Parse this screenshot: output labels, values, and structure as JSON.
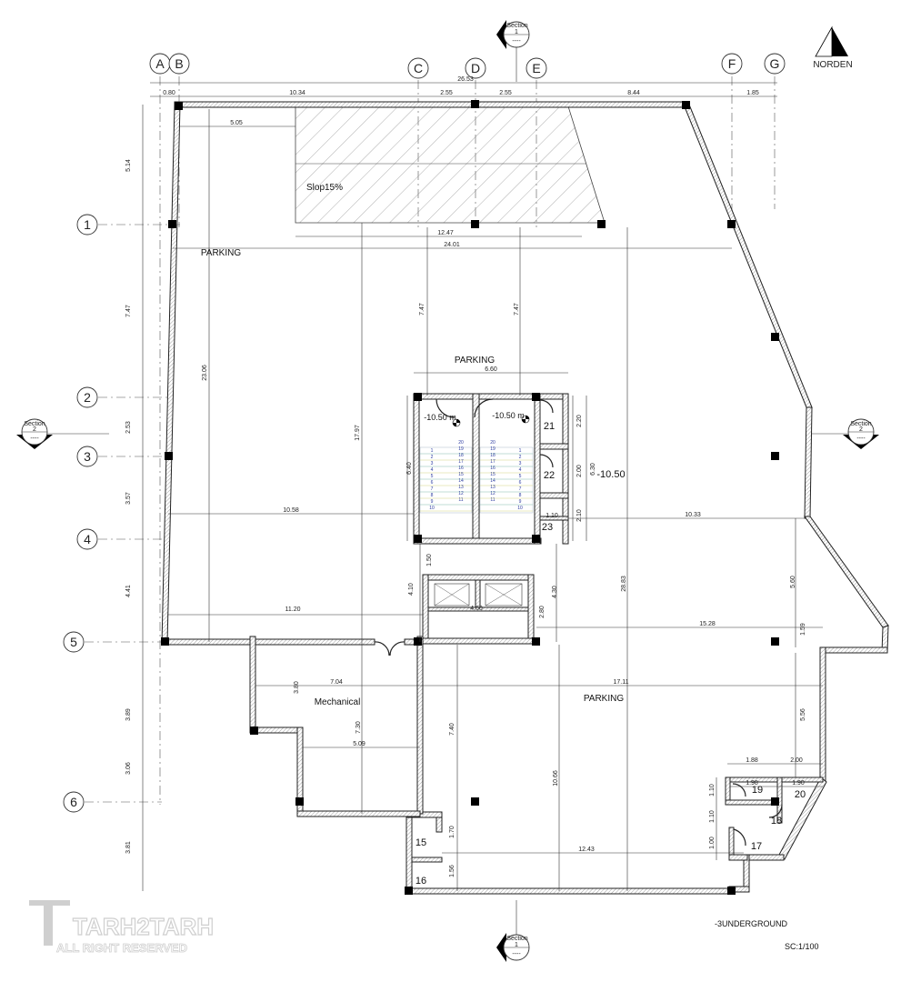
{
  "grid_columns": [
    "A",
    "B",
    "C",
    "D",
    "E",
    "F",
    "G"
  ],
  "grid_rows": [
    "1",
    "2",
    "3",
    "4",
    "5",
    "6"
  ],
  "north_label": "NORDEN",
  "sections": {
    "top": {
      "label": "Section",
      "number": "1",
      "sub": "----"
    },
    "bottom": {
      "label": "Section",
      "number": "1",
      "sub": "----"
    },
    "left": {
      "label": "Section",
      "number": "2",
      "sub": "----"
    },
    "right": {
      "label": "Section",
      "number": "2",
      "sub": "----"
    }
  },
  "dims": {
    "total_top": "26.53",
    "top_a_b": "0.80",
    "top_b_c": "10.34",
    "top_c_d": "2.55",
    "top_d_e": "2.55",
    "top_e_f": "8.44",
    "top_f_g": "1.85",
    "d505": "5.05",
    "d1247": "12.47",
    "d2401": "24.01",
    "l514": "5.14",
    "l747": "7.47",
    "l253": "2.53",
    "l357": "3.57",
    "l441": "4.41",
    "l389": "3.89",
    "l306": "3.06",
    "l381": "3.81",
    "d2306": "23.06",
    "d1797": "17.97",
    "d747a": "7.47",
    "d747b": "7.47",
    "d2883": "28.83",
    "d660": "6.60",
    "d640": "6.40",
    "d220": "2.20",
    "d200": "2.00",
    "d210": "2.10",
    "d630": "6.30",
    "level": "-10.50",
    "d110": "1.10",
    "d1058": "10.58",
    "d1033": "10.33",
    "d150": "1.50",
    "d410": "4.10",
    "d430": "4.30",
    "d280": "2.80",
    "d460": "4.60",
    "d1120": "11.20",
    "d1528": "15.28",
    "d560": "5.60",
    "d159": "1.59",
    "d704": "7.04",
    "d1711": "17.11",
    "d380": "3.80",
    "d730": "7.30",
    "d509": "5.09",
    "d740": "7.40",
    "d1066": "10.66",
    "d556": "5.56",
    "d170": "1.70",
    "d1243": "12.43",
    "d156": "1.56",
    "d188": "1.88",
    "d200b": "2.00",
    "d198": "1.98",
    "d190": "1.90",
    "d110a": "1.10",
    "d110b": "1.10",
    "d100": "1.00"
  },
  "rooms": {
    "parking_1": "PARKING",
    "parking_2": "PARKING",
    "parking_3": "PARKING",
    "slope": "Slop15%",
    "mechanical": "Mechanical",
    "r15": "15",
    "r16": "16",
    "r17": "17",
    "r18": "18",
    "r19": "19",
    "r20": "20",
    "r21": "21",
    "r22": "22",
    "r23": "23"
  },
  "levels": {
    "stair_left": "-10.50 m",
    "stair_right": "-10.50 m"
  },
  "stairs": {
    "left_flight": [
      "20",
      "19",
      "18",
      "17",
      "16",
      "15",
      "14",
      "13",
      "12",
      "11"
    ],
    "outer_flight": [
      "1",
      "2",
      "3",
      "4",
      "5",
      "6",
      "7",
      "8",
      "9",
      "10"
    ]
  },
  "footer": {
    "floor_name": "-3UNDERGROUND",
    "scale": "SC:1/100"
  },
  "logo": {
    "name": "TARH2TARH",
    "tagline": "ALL RIGHT RESERVED"
  }
}
